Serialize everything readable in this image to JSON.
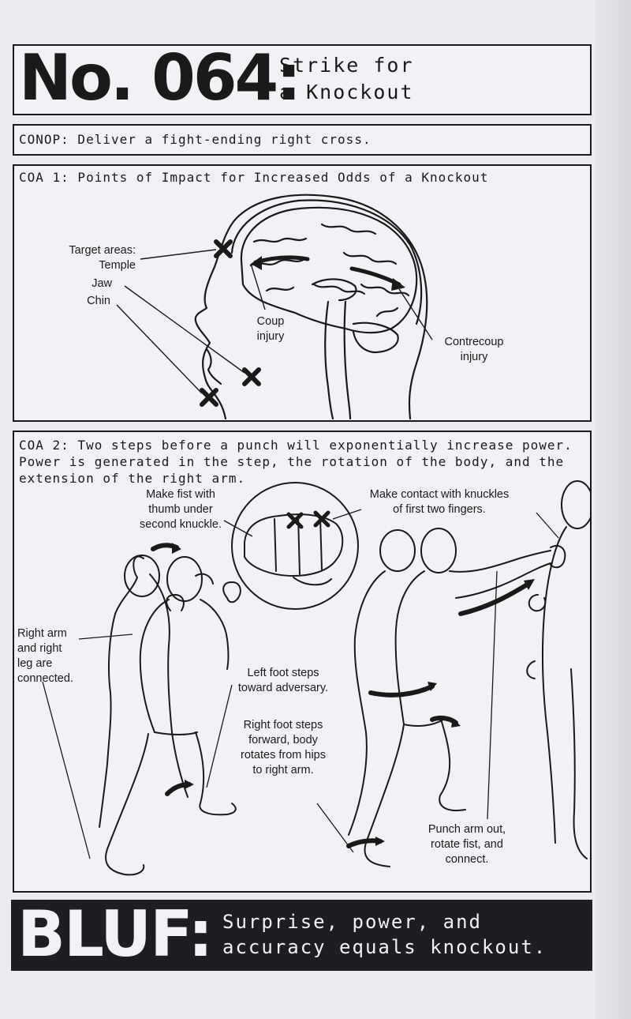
{
  "title": {
    "number": "No. 064:",
    "subtitle": "Strike for\na Knockout"
  },
  "conop": {
    "text": "CONOP: Deliver a fight-ending right cross."
  },
  "coa1": {
    "title": "COA 1: Points of Impact for Increased Odds of a Knockout",
    "labels": {
      "target_areas": "Target areas:",
      "temple": "Temple",
      "jaw": "Jaw",
      "chin": "Chin",
      "coup": "Coup\ninjury",
      "contrecoup": "Contrecoup\ninjury"
    }
  },
  "coa2": {
    "text": "COA 2: Two steps before a punch will exponentially increase power. Power is generated in the step, the rotation of the body, and the extension of the right arm.",
    "labels": {
      "make_fist": "Make fist with\nthumb under\nsecond knuckle.",
      "make_contact": "Make contact with knuckles\nof first two fingers.",
      "right_arm": "Right arm\nand right\nleg are\nconnected.",
      "left_foot": "Left foot steps\ntoward adversary.",
      "right_foot": "Right foot steps\nforward, body\nrotates from hips\nto right arm.",
      "punch_arm": "Punch arm out,\nrotate fist, and\nconnect."
    }
  },
  "bluf": {
    "label": "BLUF:",
    "text": "Surprise, power, and\naccuracy equals knockout."
  },
  "colors": {
    "ink": "#1a1a1a",
    "paper": "#f2f1f5",
    "bluf_bg": "#1e1d22"
  }
}
